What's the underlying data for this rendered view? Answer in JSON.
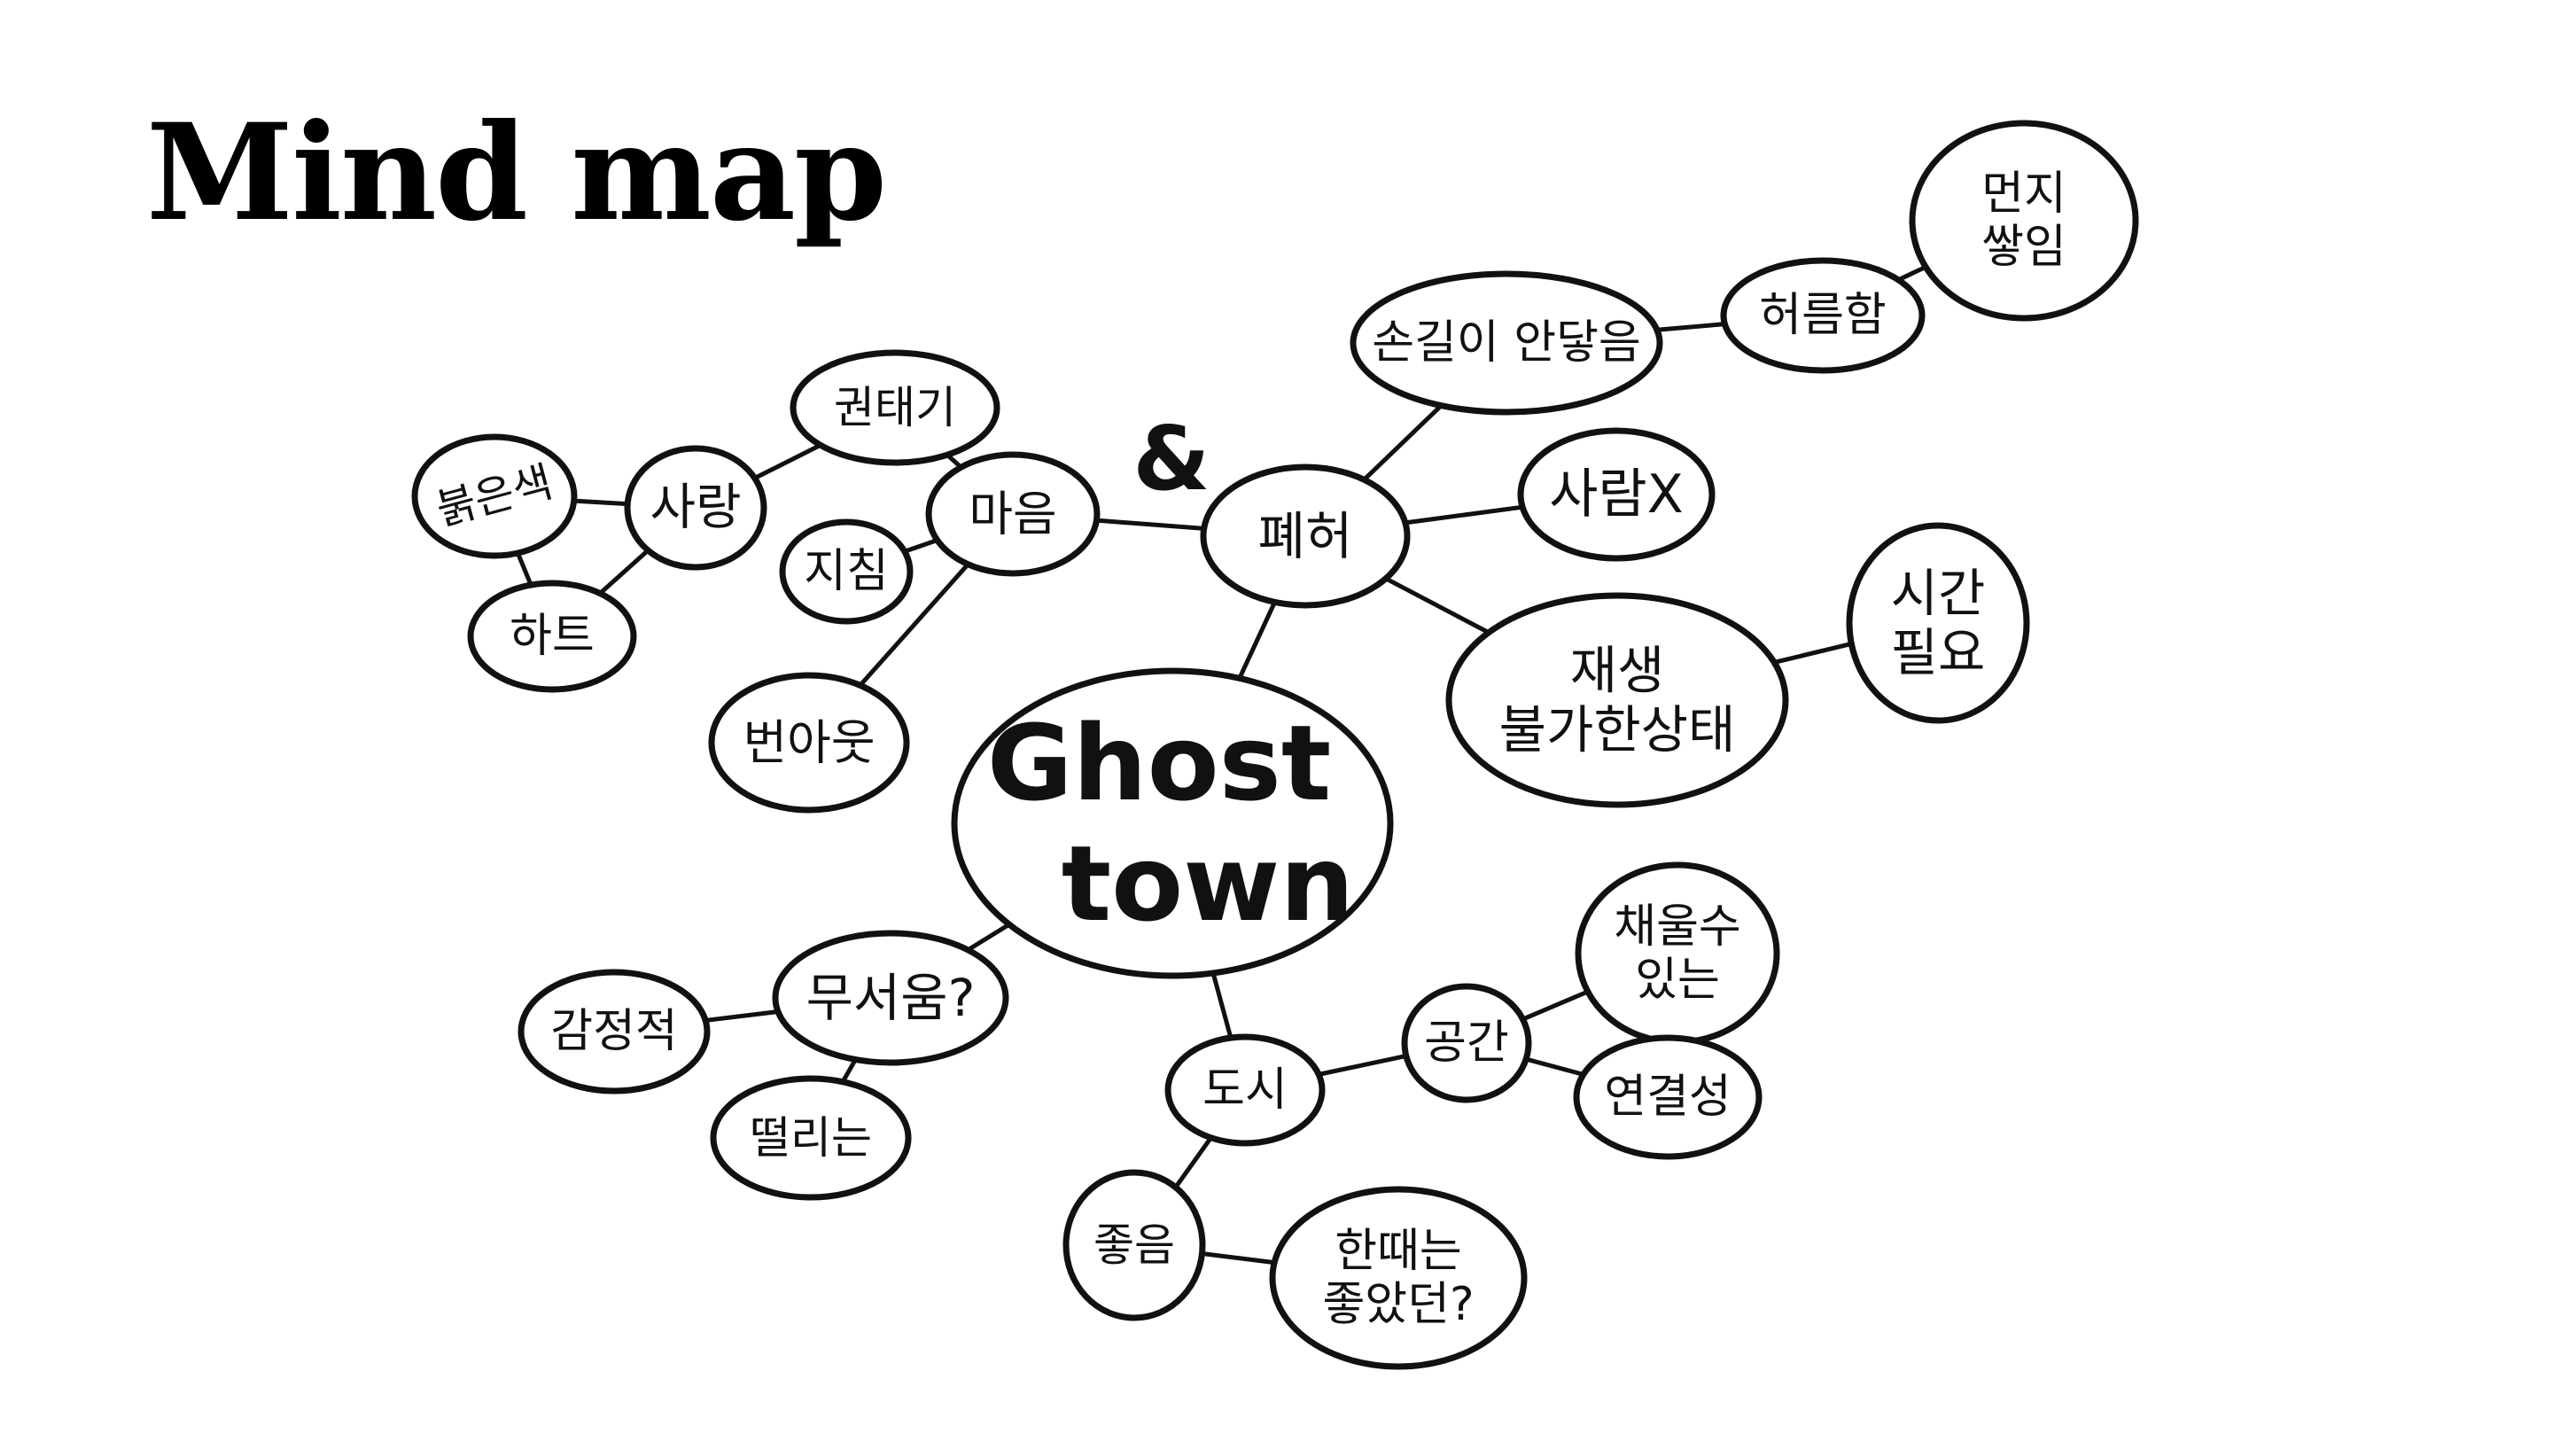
{
  "title": "Mind map",
  "ampersand": "&",
  "center": {
    "id": "ghost",
    "lines": [
      "Ghost",
      "town"
    ]
  },
  "nodes": [
    {
      "id": "dust",
      "lines": [
        "먼지",
        "쌓임"
      ]
    },
    {
      "id": "shabby",
      "lines": [
        "허름함"
      ]
    },
    {
      "id": "untouched",
      "lines": [
        "손길이 안닿음"
      ]
    },
    {
      "id": "nopeople",
      "lines": [
        "사람X"
      ]
    },
    {
      "id": "ruin",
      "lines": [
        "폐허"
      ]
    },
    {
      "id": "unrecoverable",
      "lines": [
        "재생",
        "불가한상태"
      ]
    },
    {
      "id": "needtime",
      "lines": [
        "시간",
        "필요"
      ]
    },
    {
      "id": "boredom",
      "lines": [
        "권태기"
      ]
    },
    {
      "id": "love",
      "lines": [
        "사랑"
      ]
    },
    {
      "id": "red",
      "lines": [
        "붉은색"
      ]
    },
    {
      "id": "heart_shape",
      "lines": [
        "하트"
      ]
    },
    {
      "id": "heart",
      "lines": [
        "마음"
      ]
    },
    {
      "id": "tired",
      "lines": [
        "지침"
      ]
    },
    {
      "id": "burnout",
      "lines": [
        "번아웃"
      ]
    },
    {
      "id": "scary",
      "lines": [
        "무서움?"
      ]
    },
    {
      "id": "emotional",
      "lines": [
        "감정적"
      ]
    },
    {
      "id": "trembling",
      "lines": [
        "떨리는"
      ]
    },
    {
      "id": "city",
      "lines": [
        "도시"
      ]
    },
    {
      "id": "space",
      "lines": [
        "공간"
      ]
    },
    {
      "id": "fillable",
      "lines": [
        "채울수",
        "있는"
      ]
    },
    {
      "id": "connect",
      "lines": [
        "연결성"
      ]
    },
    {
      "id": "good",
      "lines": [
        "좋음"
      ]
    },
    {
      "id": "wasgood",
      "lines": [
        "한때는",
        "좋았던?"
      ]
    }
  ],
  "edges": [
    [
      "shabby",
      "dust"
    ],
    [
      "untouched",
      "shabby"
    ],
    [
      "ruin",
      "untouched"
    ],
    [
      "ruin",
      "nopeople"
    ],
    [
      "ruin",
      "unrecoverable"
    ],
    [
      "unrecoverable",
      "needtime"
    ],
    [
      "ruin",
      "ghost"
    ],
    [
      "heart",
      "ruin"
    ],
    [
      "heart",
      "boredom"
    ],
    [
      "boredom",
      "love"
    ],
    [
      "love",
      "red"
    ],
    [
      "love",
      "heart_shape"
    ],
    [
      "red",
      "heart_shape"
    ],
    [
      "heart",
      "tired"
    ],
    [
      "heart",
      "burnout"
    ],
    [
      "ghost",
      "scary"
    ],
    [
      "scary",
      "emotional"
    ],
    [
      "scary",
      "trembling"
    ],
    [
      "ghost",
      "city"
    ],
    [
      "city",
      "space"
    ],
    [
      "space",
      "fillable"
    ],
    [
      "space",
      "connect"
    ],
    [
      "city",
      "good"
    ],
    [
      "good",
      "wasgood"
    ]
  ]
}
